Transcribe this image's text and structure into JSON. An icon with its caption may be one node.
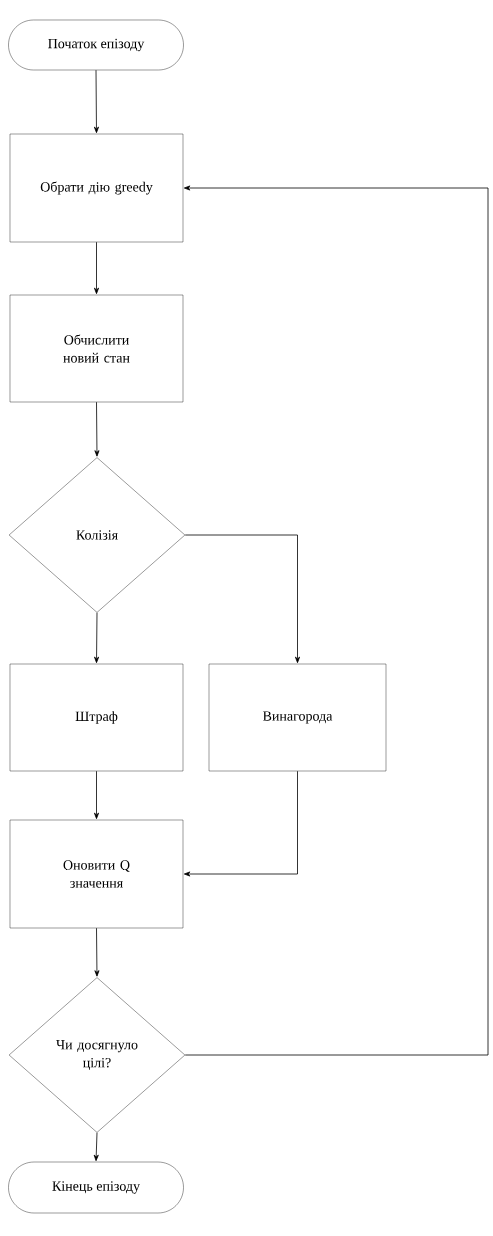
{
  "diagram": {
    "nodes": [
      {
        "text": [
          "Початок епізоду"
        ]
      },
      {
        "text": [
          "Обрати дію greedy"
        ]
      },
      {
        "text": [
          "Обчислити новий стан"
        ]
      },
      {
        "text": [
          "Колізія"
        ]
      },
      {
        "text": [
          "Штраф"
        ]
      },
      {
        "text": [
          "Винагорода"
        ]
      },
      {
        "text": [
          "Оновити Q значення"
        ]
      },
      {
        "text": [
          "Чи досягнуло цілі?"
        ]
      },
      {
        "text": [
          "Кінець епізоду"
        ]
      }
    ],
    "edges": [
      {
        "from": 0,
        "to": 1,
        "arrow": "to"
      },
      {
        "from": 1,
        "to": 2,
        "arrow": "to"
      },
      {
        "from": 2,
        "to": 3,
        "arrow": "to"
      },
      {
        "from": 3,
        "to": 4,
        "arrow": "to"
      },
      {
        "from": 3,
        "to": 5,
        "arrow": "to"
      },
      {
        "from": 4,
        "to": 6,
        "arrow": "to"
      },
      {
        "from": 5,
        "to": 6,
        "arrow": "to"
      },
      {
        "from": 6,
        "to": 7,
        "arrow": "to"
      },
      {
        "from": 7,
        "to": 1,
        "arrow": "to"
      },
      {
        "from": 7,
        "to": 8,
        "arrow": "to"
      }
    ]
  }
}
